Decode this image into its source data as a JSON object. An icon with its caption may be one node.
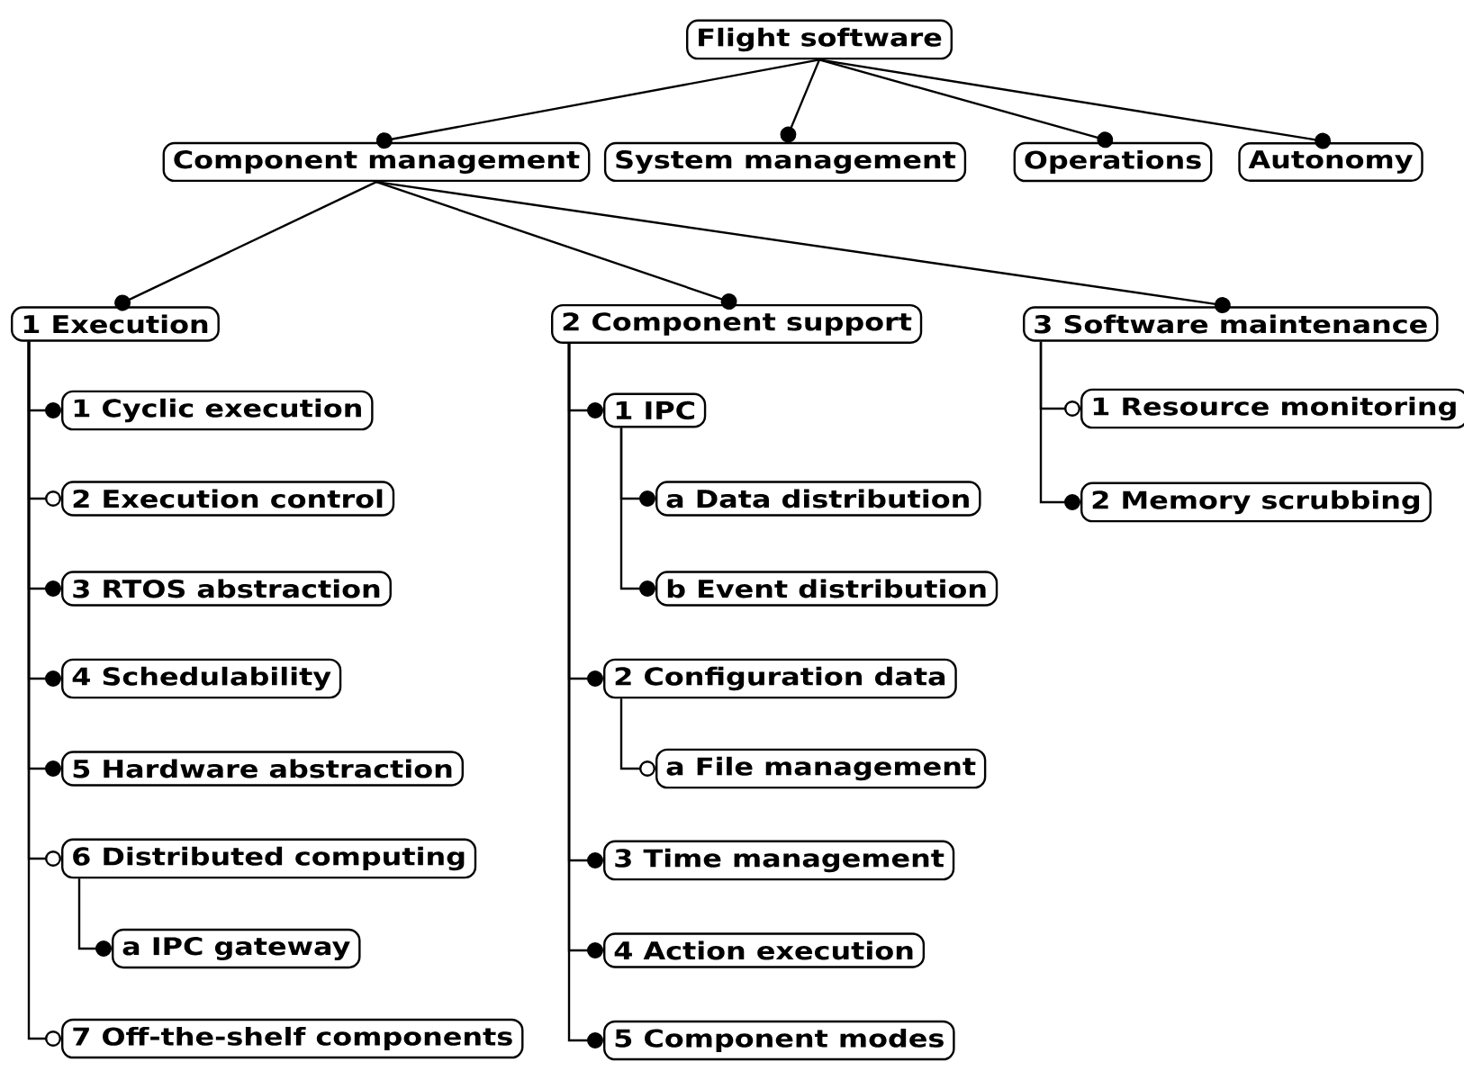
{
  "diagram": {
    "nodes": [
      {
        "text": [
          "Flight software"
        ]
      },
      {
        "text": [
          "Component management"
        ]
      },
      {
        "text": [
          "System management"
        ]
      },
      {
        "text": [
          "Operations"
        ]
      },
      {
        "text": [
          "Autonomy"
        ]
      },
      {
        "text": [
          "1 Execution"
        ]
      },
      {
        "text": [
          "1 Cyclic execution"
        ]
      },
      {
        "text": [
          "2 Execution control"
        ]
      },
      {
        "text": [
          "3 RTOS abstraction"
        ]
      },
      {
        "text": [
          "4 Schedulability"
        ]
      },
      {
        "text": [
          "5 Hardware abstraction"
        ]
      },
      {
        "text": [
          "6 Distributed computing"
        ]
      },
      {
        "text": [
          "a IPC gateway"
        ]
      },
      {
        "text": [
          "7 Off-the-shelf components"
        ]
      },
      {
        "text": [
          "2 Component support"
        ]
      },
      {
        "text": [
          "1 IPC"
        ]
      },
      {
        "text": [
          "a Data distribution"
        ]
      },
      {
        "text": [
          "b Event distribution"
        ]
      },
      {
        "text": [
          "2 Configuration data"
        ]
      },
      {
        "text": [
          "a File management"
        ]
      },
      {
        "text": [
          "3 Time management"
        ]
      },
      {
        "text": [
          "4 Action execution"
        ]
      },
      {
        "text": [
          "5 Component modes"
        ]
      },
      {
        "text": [
          "3 Software maintenance"
        ]
      },
      {
        "text": [
          "1 Resource monitoring"
        ]
      },
      {
        "text": [
          "2 Memory scrubbing"
        ]
      }
    ],
    "edges": [
      {
        "from": 0,
        "to": 1,
        "arrow": "other"
      },
      {
        "from": 0,
        "to": 2,
        "arrow": "other"
      },
      {
        "from": 0,
        "to": 3,
        "arrow": "other"
      },
      {
        "from": 0,
        "to": 4,
        "arrow": "other"
      },
      {
        "from": 1,
        "to": 5,
        "arrow": "other"
      },
      {
        "from": 1,
        "to": 14,
        "arrow": "other"
      },
      {
        "from": 1,
        "to": 23,
        "arrow": "other"
      },
      {
        "from": 5,
        "to": 6,
        "arrow": "other"
      },
      {
        "from": 5,
        "to": 7,
        "arrow": "other"
      },
      {
        "from": 5,
        "to": 8,
        "arrow": "other"
      },
      {
        "from": 5,
        "to": 9,
        "arrow": "other"
      },
      {
        "from": 5,
        "to": 10,
        "arrow": "other"
      },
      {
        "from": 5,
        "to": 11,
        "arrow": "other"
      },
      {
        "from": 11,
        "to": 12,
        "arrow": "other"
      },
      {
        "from": 5,
        "to": 13,
        "arrow": "other"
      },
      {
        "from": 14,
        "to": 15,
        "arrow": "other"
      },
      {
        "from": 15,
        "to": 16,
        "arrow": "other"
      },
      {
        "from": 15,
        "to": 17,
        "arrow": "other"
      },
      {
        "from": 14,
        "to": 18,
        "arrow": "other"
      },
      {
        "from": 18,
        "to": 19,
        "arrow": "other"
      },
      {
        "from": 14,
        "to": 20,
        "arrow": "other"
      },
      {
        "from": 14,
        "to": 21,
        "arrow": "other"
      },
      {
        "from": 14,
        "to": 22,
        "arrow": "other"
      },
      {
        "from": 23,
        "to": 24,
        "arrow": "other"
      },
      {
        "from": 23,
        "to": 25,
        "arrow": "other"
      }
    ]
  }
}
